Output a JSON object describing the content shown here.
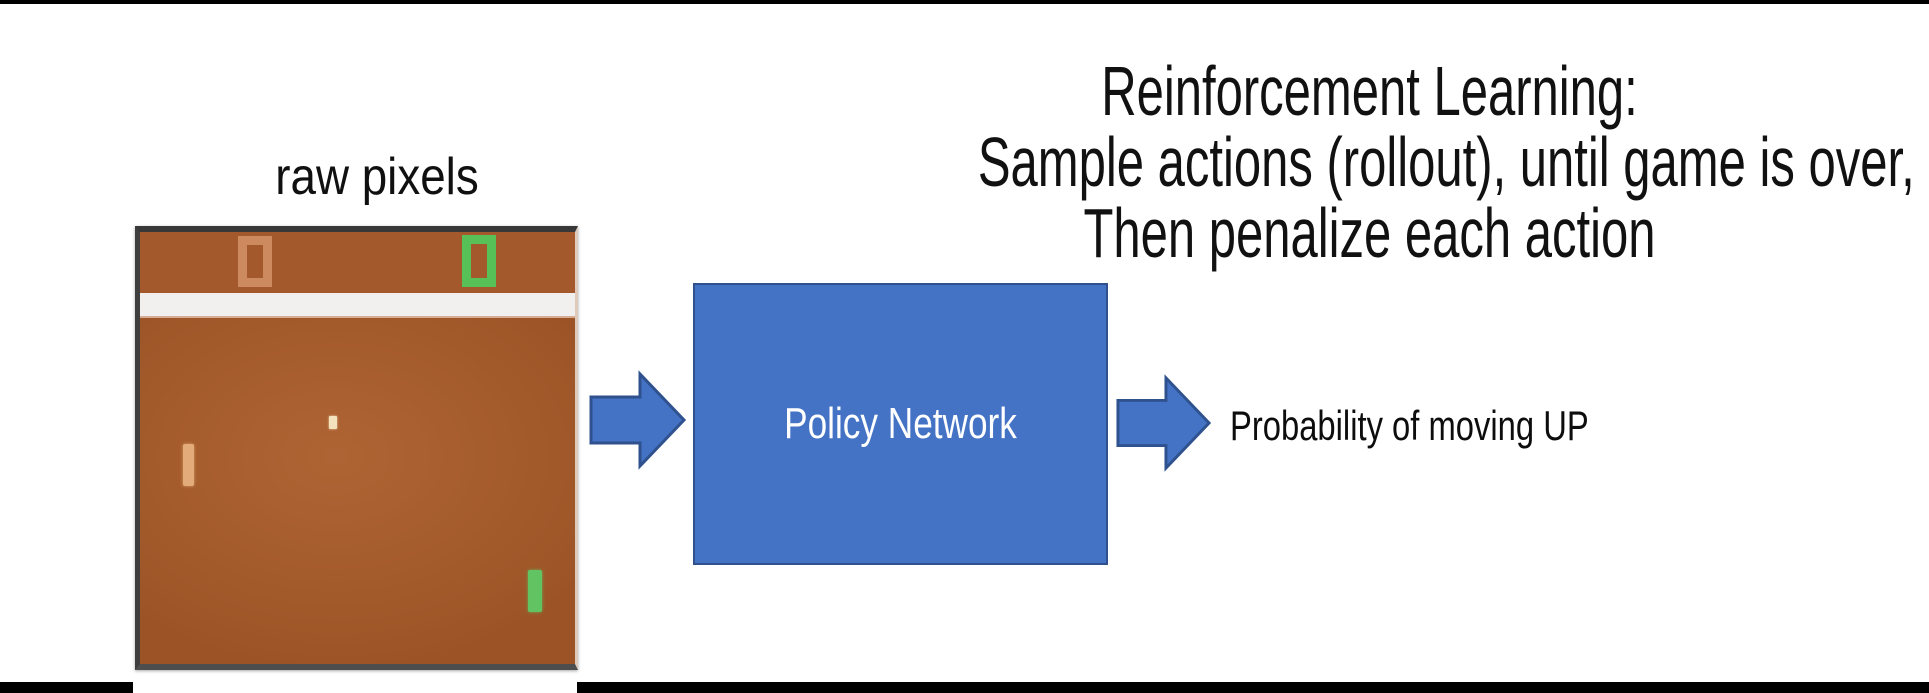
{
  "title": {
    "line1": "Reinforcement Learning:",
    "line2": "Sample actions (rollout), until game is over,",
    "line3": "Then penalize each action"
  },
  "pong": {
    "caption": "raw pixels",
    "left_score": "0",
    "right_score": "0"
  },
  "pipeline": {
    "policy_box_label": "Policy Network",
    "output_label": "Probability of moving UP"
  },
  "colors": {
    "accent-blue": "#4472C4",
    "accent-blue-border": "#2F528F",
    "bar-black": "#000000",
    "pong-band-brown": "#A3592B",
    "pong-field-brown": "#A55C2C",
    "pong-field-brown-light": "#AF6434",
    "pong-field-brown-dark": "#9C5427",
    "pong-stripe-white": "#F1F0EE",
    "pong-left-score-orange": "#CC8A5E",
    "pong-right-score-green": "#57C157",
    "pong-left-paddle": "#E2AB79",
    "pong-right-paddle": "#62C363",
    "pong-ball": "#F3E2BC"
  }
}
